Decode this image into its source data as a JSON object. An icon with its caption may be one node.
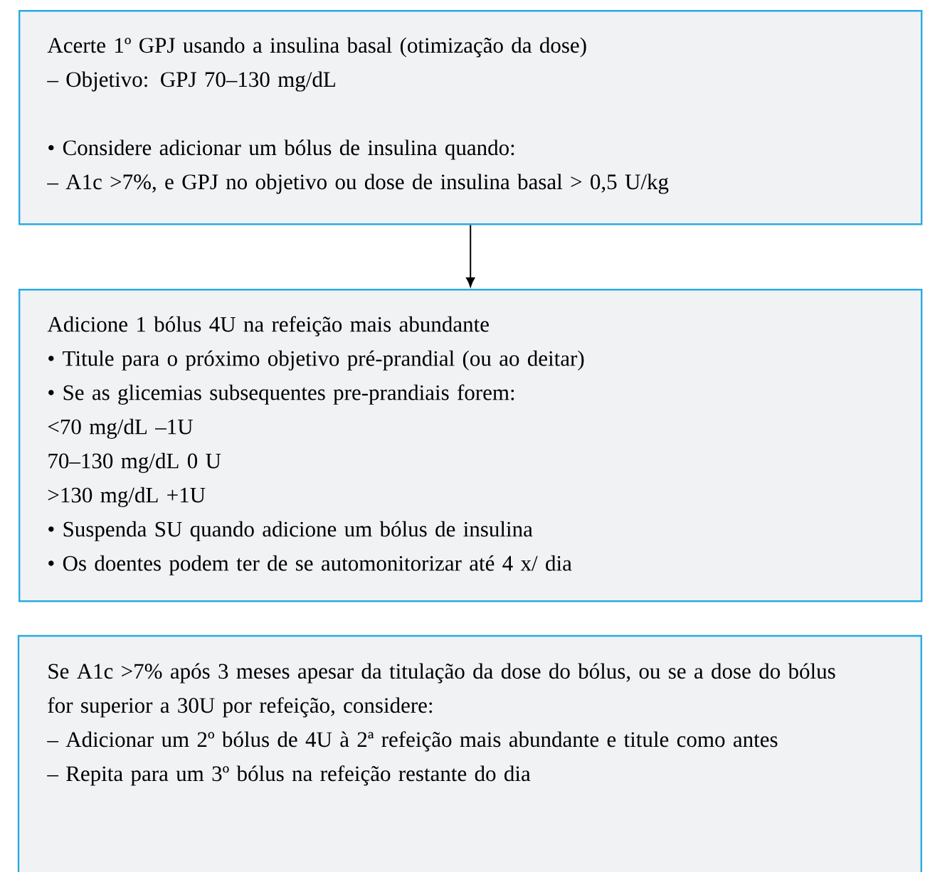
{
  "diagram": {
    "nodes": [
      {
        "text": [
          "Acerte 1º GPJ usando a insulina basal (otimização da dose)",
          "– Objetivo: GPJ 70–130 mg/dL",
          "• Considere adicionar um bólus de insulina quando:",
          "– A1c >7%, e GPJ no objetivo ou dose de insulina basal > 0,5 U/kg"
        ]
      },
      {
        "text": [
          "Adicione 1 bólus 4U na refeição mais abundante",
          "• Titule para o próximo objetivo pré-prandial (ou ao deitar)",
          "• Se as glicemias subsequentes pre-prandiais forem:",
          "<70 mg/dL –1U",
          "70–130 mg/dL 0 U",
          ">130 mg/dL +1U",
          "• Suspenda SU quando adicione um bólus de insulina",
          "• Os doentes podem ter de se automonitorizar até 4 x/ dia"
        ]
      },
      {
        "text": [
          "Se A1c >7% após 3 meses apesar da titulação da dose do bólus, ou se a dose do bólus",
          "for superior a 30U por refeição, considere:",
          "– Adicionar um 2º bólus de 4U à 2ª refeição mais abundante e titule como antes",
          "– Repita para um 3º bólus na refeição restante do dia"
        ]
      }
    ],
    "edges": [
      {
        "from": 0,
        "to": 1,
        "arrow": "to"
      }
    ]
  }
}
